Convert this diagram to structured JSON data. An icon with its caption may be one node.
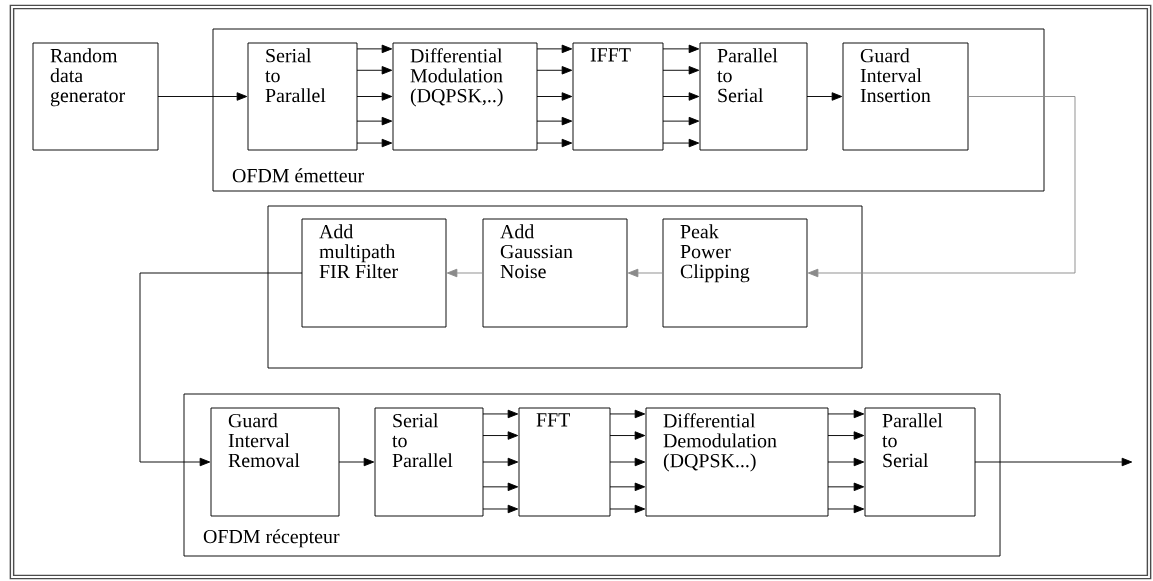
{
  "diagram": {
    "nodes": [
      {
        "text": [
          "Random data generator"
        ]
      },
      {
        "text": [
          "OFDM émetteur"
        ]
      },
      {
        "text": [
          "Serial to Parallel"
        ],
        "in": 1
      },
      {
        "text": [
          "Differential Modulation (DQPSK,..)"
        ],
        "in": 1
      },
      {
        "text": [
          "IFFT"
        ],
        "in": 1
      },
      {
        "text": [
          "Parallel to Serial"
        ],
        "in": 1
      },
      {
        "text": [
          "Guard Interval Insertion"
        ],
        "in": 1
      },
      {
        "text": [],
        "shape": "box"
      },
      {
        "text": [
          "Add multipath FIR Filter"
        ],
        "in": 7
      },
      {
        "text": [
          "Add Gaussian Noise"
        ],
        "in": 7
      },
      {
        "text": [
          "Peak Power Clipping"
        ],
        "in": 7
      },
      {
        "text": [
          "OFDM récepteur"
        ]
      },
      {
        "text": [
          "Guard Interval Removal"
        ],
        "in": 11
      },
      {
        "text": [
          "Serial to Parallel"
        ],
        "in": 11
      },
      {
        "text": [
          "FFT"
        ],
        "in": 11
      },
      {
        "text": [
          "Differential Demodulation (DQPSK...)"
        ],
        "in": 11
      },
      {
        "text": [
          "Parallel to Serial"
        ],
        "in": 11
      }
    ],
    "edges": [
      {
        "from": 0,
        "to": 2,
        "arrow": "to"
      },
      {
        "from": 2,
        "to": 3,
        "arrow": "to"
      },
      {
        "from": 2,
        "to": 3,
        "arrow": "to"
      },
      {
        "from": 2,
        "to": 3,
        "arrow": "to"
      },
      {
        "from": 2,
        "to": 3,
        "arrow": "to"
      },
      {
        "from": 2,
        "to": 3,
        "arrow": "to"
      },
      {
        "from": 3,
        "to": 4,
        "arrow": "to"
      },
      {
        "from": 3,
        "to": 4,
        "arrow": "to"
      },
      {
        "from": 3,
        "to": 4,
        "arrow": "to"
      },
      {
        "from": 3,
        "to": 4,
        "arrow": "to"
      },
      {
        "from": 3,
        "to": 4,
        "arrow": "to"
      },
      {
        "from": 4,
        "to": 5,
        "arrow": "to"
      },
      {
        "from": 4,
        "to": 5,
        "arrow": "to"
      },
      {
        "from": 4,
        "to": 5,
        "arrow": "to"
      },
      {
        "from": 4,
        "to": 5,
        "arrow": "to"
      },
      {
        "from": 4,
        "to": 5,
        "arrow": "to"
      },
      {
        "from": 5,
        "to": 6,
        "arrow": "to"
      },
      {
        "from": 6,
        "to": 10,
        "arrow": "to",
        "color": "#8a8a8a"
      },
      {
        "from": 10,
        "to": 9,
        "arrow": "to",
        "color": "#8a8a8a"
      },
      {
        "from": 9,
        "to": 8,
        "arrow": "to",
        "color": "#8a8a8a"
      },
      {
        "from": 8,
        "to": 12,
        "arrow": "to"
      },
      {
        "from": 12,
        "to": 13,
        "arrow": "to"
      },
      {
        "from": 13,
        "to": 14,
        "arrow": "to"
      },
      {
        "from": 13,
        "to": 14,
        "arrow": "to"
      },
      {
        "from": 13,
        "to": 14,
        "arrow": "to"
      },
      {
        "from": 13,
        "to": 14,
        "arrow": "to"
      },
      {
        "from": 13,
        "to": 14,
        "arrow": "to"
      },
      {
        "from": 14,
        "to": 15,
        "arrow": "to"
      },
      {
        "from": 14,
        "to": 15,
        "arrow": "to"
      },
      {
        "from": 14,
        "to": 15,
        "arrow": "to"
      },
      {
        "from": 14,
        "to": 15,
        "arrow": "to"
      },
      {
        "from": 14,
        "to": 15,
        "arrow": "to"
      },
      {
        "from": 15,
        "to": 16,
        "arrow": "to"
      },
      {
        "from": 15,
        "to": 16,
        "arrow": "to"
      },
      {
        "from": 15,
        "to": 16,
        "arrow": "to"
      },
      {
        "from": 15,
        "to": 16,
        "arrow": "to"
      },
      {
        "from": 15,
        "to": 16,
        "arrow": "to"
      },
      {
        "from": 16,
        "to": null,
        "arrow": "to"
      }
    ]
  }
}
